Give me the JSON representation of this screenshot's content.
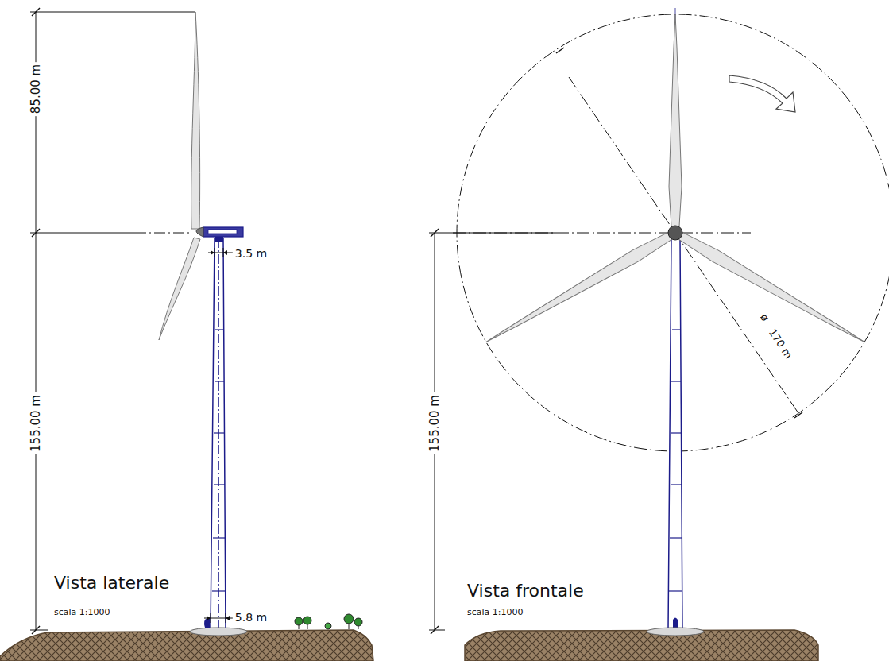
{
  "diagram": {
    "labels": [
      "85.00 m",
      "155.00 m",
      "3.5 m",
      "5.8 m",
      "Vista laterale",
      "scala 1:1000",
      "155.00 m",
      "Vista frontale",
      "scala 1:1000",
      "ø",
      "170 m"
    ]
  }
}
